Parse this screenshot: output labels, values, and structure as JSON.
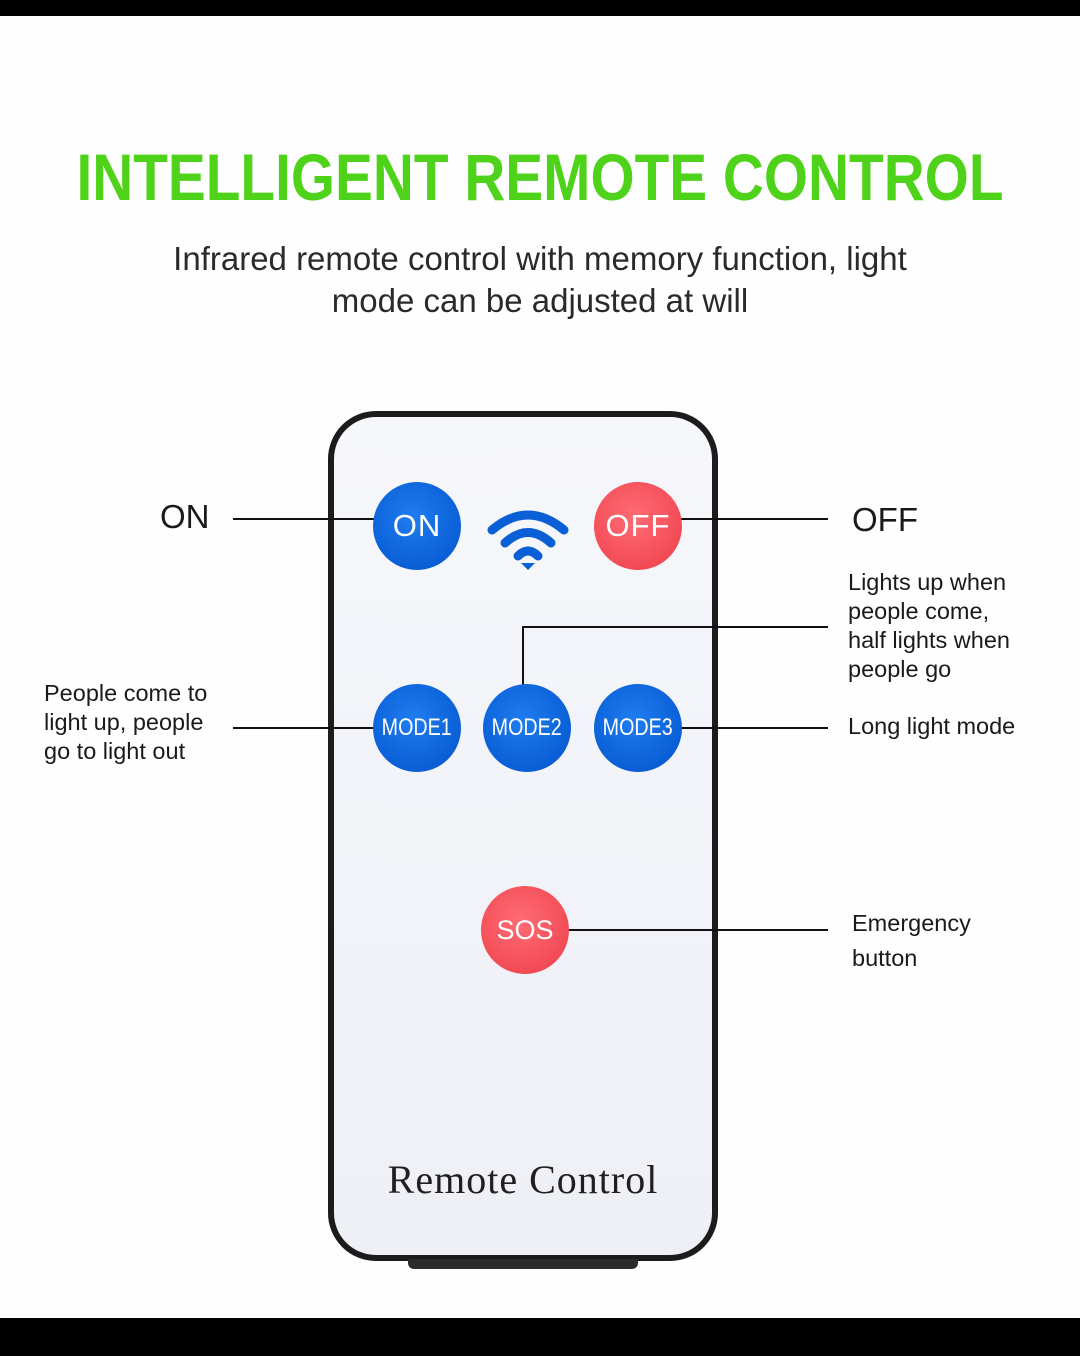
{
  "header": {
    "title": "INTELLIGENT REMOTE CONTROL",
    "subtitle_line1": "Infrared remote control with memory function, light",
    "subtitle_line2": "mode can be adjusted at will"
  },
  "remote": {
    "buttons": {
      "on": "ON",
      "off": "OFF",
      "mode1": "MODE1",
      "mode2": "MODE2",
      "mode3": "MODE3",
      "sos": "SOS"
    },
    "icons": {
      "signal": "wifi-signal-icon"
    },
    "brand_text": "Remote Control"
  },
  "annotations": {
    "on": "ON",
    "off": "OFF",
    "mode2_line1": "Lights up when",
    "mode2_line2": "people come,",
    "mode2_line3": "half lights when",
    "mode2_line4": "people go",
    "mode1_line1": "People come to",
    "mode1_line2": "light up, people",
    "mode1_line3": "go to light out",
    "mode3": "Long light mode",
    "sos_line1": "Emergency",
    "sos_line2": "button"
  },
  "colors": {
    "title_green": "#4fd21a",
    "button_blue": "#0a5fd6",
    "button_red": "#f14953"
  }
}
